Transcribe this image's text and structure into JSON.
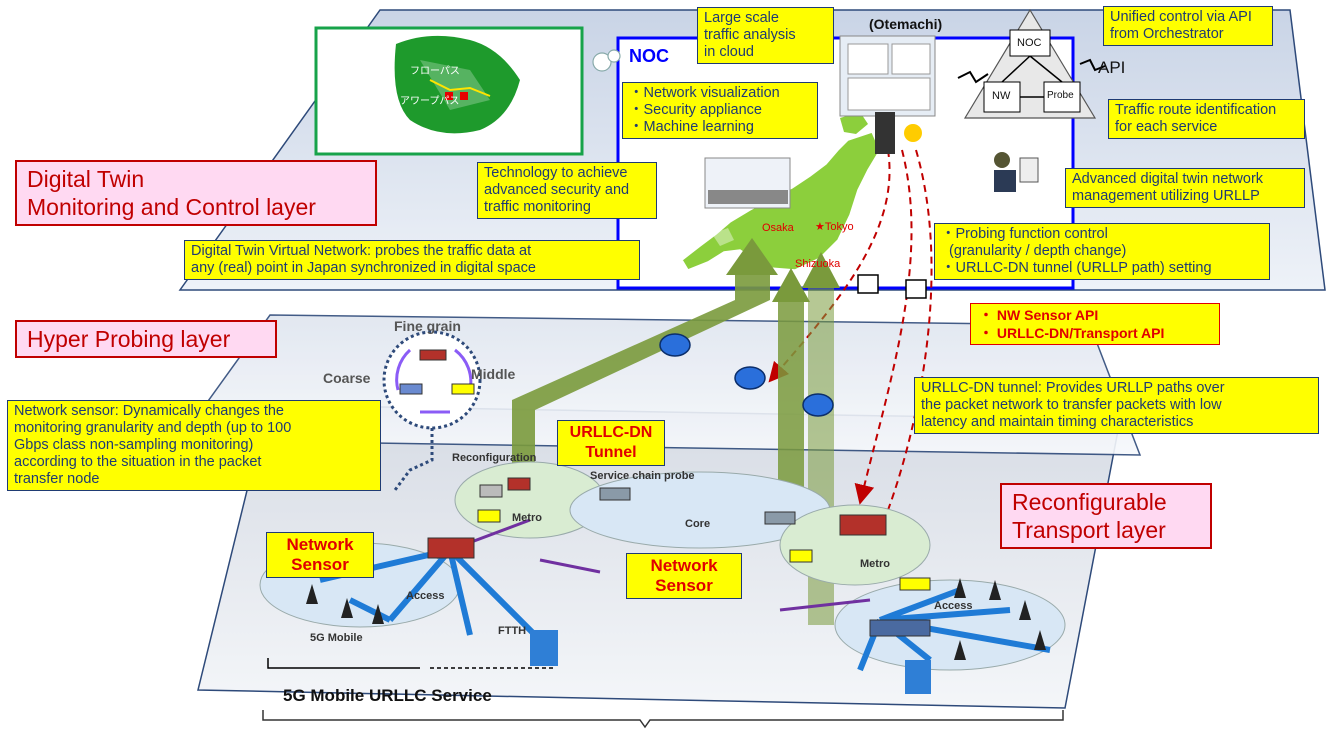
{
  "layers": {
    "top": "Digital Twin\nMonitoring and Control layer",
    "top_line1": "Digital Twin",
    "top_line2": "Monitoring and Control layer",
    "middle": "Hyper Probing layer",
    "bottom_line1": "Reconfigurable",
    "bottom_line2": "Transport layer"
  },
  "noc": {
    "title": "NOC",
    "location": "(Otemachi)",
    "triangle": {
      "top": "NOC",
      "left": "NW",
      "right": "Probe",
      "api": "API"
    }
  },
  "callouts": {
    "cloud_analysis": [
      "Large scale",
      "traffic analysis",
      "in cloud"
    ],
    "unified_control": [
      "Unified control via API",
      "from Orchestrator"
    ],
    "route_id": [
      "Traffic route identification",
      "for each service"
    ],
    "functions": [
      "・Network visualization",
      "・Security appliance",
      "・Machine learning"
    ],
    "security_tech": [
      "Technology to achieve",
      "advanced security and",
      "traffic monitoring"
    ],
    "dt_management": [
      "Advanced digital twin network",
      "management utilizing URLLP"
    ],
    "virtual_network": [
      "Digital Twin Virtual Network: probes the traffic data at",
      "any (real) point in Japan synchronized in digital space"
    ],
    "probing_control": [
      "・Probing function control",
      "  (granularity / depth change)",
      "・URLLC-DN tunnel (URLLP path) setting"
    ],
    "network_sensor_desc": [
      "Network sensor: Dynamically changes the",
      "monitoring granularity and depth (up to 100",
      "Gbps class non-sampling monitoring)",
      "according to the situation in the packet",
      "transfer node"
    ],
    "urllc_tunnel_desc": [
      "URLLC-DN tunnel: Provides URLLP paths over",
      "the packet network to transfer packets with low",
      "latency and maintain timing characteristics"
    ]
  },
  "api_box": [
    "・ NW Sensor API",
    "・ URLLC-DN/Transport API"
  ],
  "urllc_label": [
    "URLLC-DN",
    "Tunnel"
  ],
  "sensor_labels": [
    "Network",
    "Sensor"
  ],
  "cities": {
    "osaka": "Osaka",
    "tokyo": "★Tokyo",
    "shizuoka": "Shizuoka"
  },
  "granularity": {
    "fine": "Fine grain",
    "coarse": "Coarse",
    "middle": "Middle"
  },
  "network_labels": {
    "reconfig": "Reconfiguration",
    "service_chain": "Service chain probe",
    "core": "Core",
    "metro_left": "Metro",
    "metro_right": "Metro",
    "access_left": "Access",
    "access_right": "Access",
    "mobile": "5G Mobile",
    "ftth": "FTTH"
  },
  "service": "5G Mobile URLLC Service",
  "map_text": [
    "フローパス",
    "アワープパス"
  ],
  "colors": {
    "callout_bg": "#ffff00",
    "callout_border": "#1f3b73",
    "layer_title": "#c00000",
    "layer_title_bg": "#ffd9f2",
    "noc_border": "#0000ff",
    "tunnel_arrow": "#7a9a3c",
    "network_link": "#1f7bd6"
  }
}
